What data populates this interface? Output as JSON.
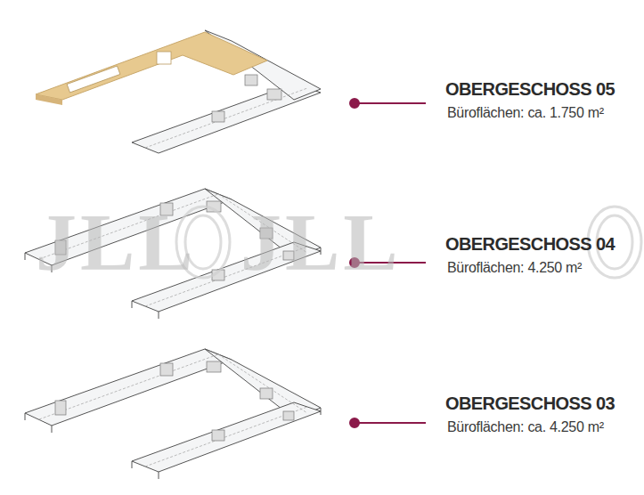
{
  "diagram": {
    "labels": [
      "OBERGESCHOSS 05",
      "Büroflächen: ca. 1.750 m²",
      "OBERGESCHOSS 04",
      "Büroflächen: 4.250 m²",
      "OBERGESCHOSS 03",
      "Büroflächen: ca. 4.250 m²",
      "JLL",
      "JLL"
    ]
  }
}
